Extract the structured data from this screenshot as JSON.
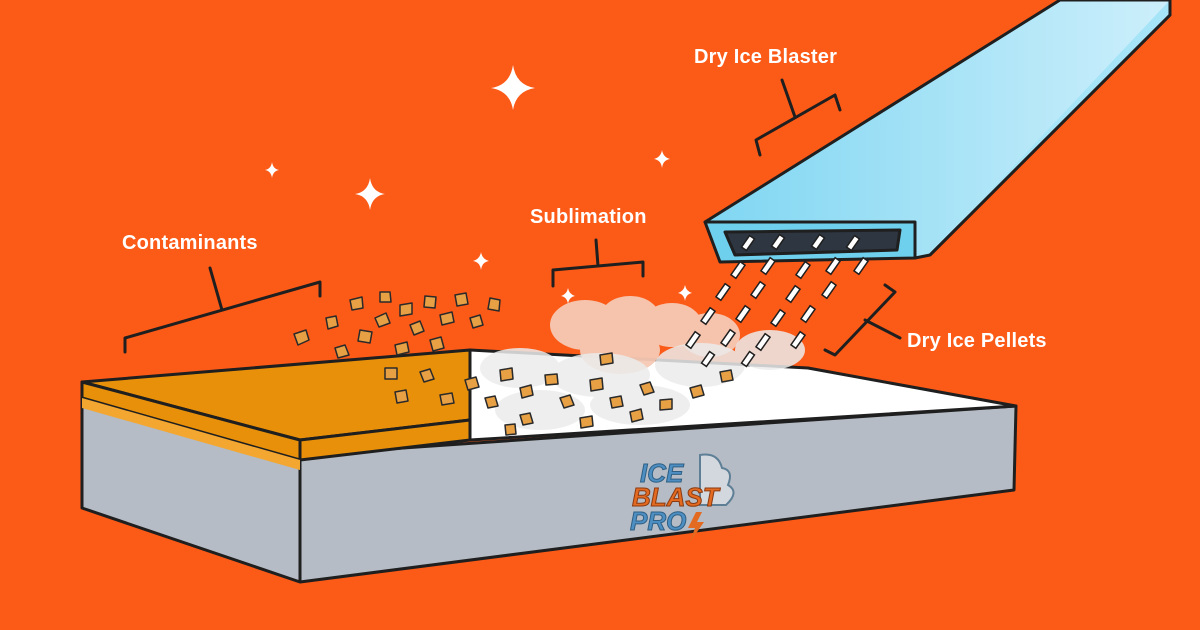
{
  "labels": {
    "contaminants": "Contaminants",
    "sublimation": "Sublimation",
    "dry_ice_blaster": "Dry Ice Blaster",
    "dry_ice_pellets": "Dry Ice Pellets"
  },
  "logo": {
    "line1": "ICE",
    "line2": "BLAST",
    "line3": "PRO"
  },
  "colors": {
    "background": "#FC5A17",
    "contaminant_layer": "#E8900A",
    "block_side": "#B5BCC5",
    "block_top_clean": "#FFFFFF",
    "nozzle": "#8EDDF5",
    "outline": "#1F1F1F"
  }
}
